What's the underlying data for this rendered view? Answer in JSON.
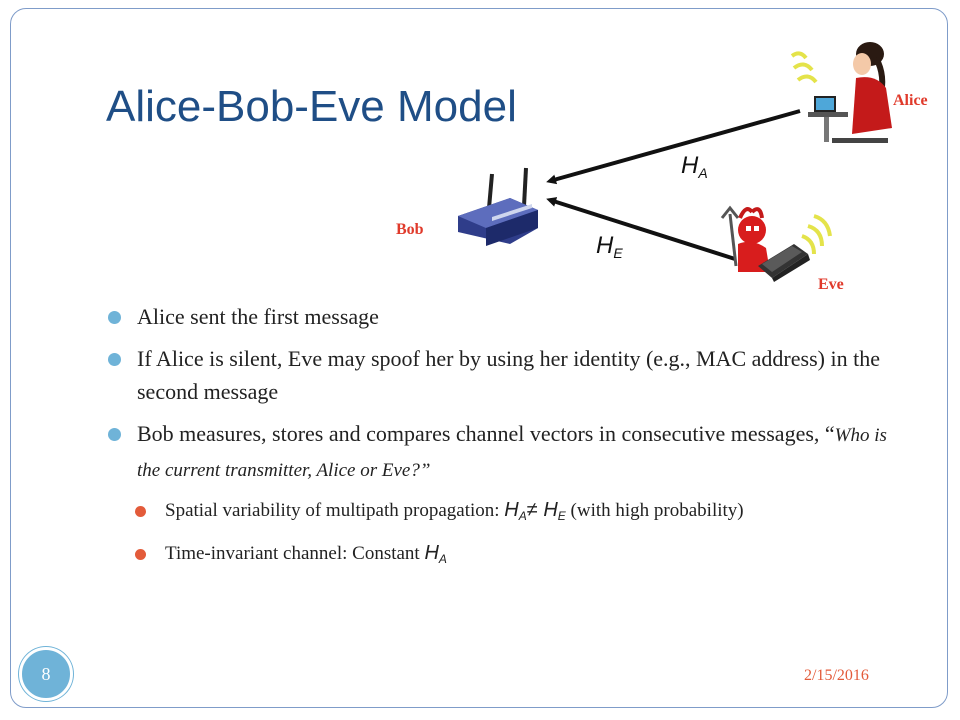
{
  "slide": {
    "title": "Alice-Bob-Eve Model",
    "labels": {
      "alice": "Alice",
      "bob": "Bob",
      "eve": "Eve"
    },
    "channels": {
      "ha": {
        "letter": "H",
        "sub": "A"
      },
      "he": {
        "letter": "H",
        "sub": "E"
      }
    },
    "bullets": [
      {
        "text": "Alice sent the first message"
      },
      {
        "text": "If Alice is silent, Eve may spoof her by using her identity (e.g., MAC address) in the second message"
      },
      {
        "text": "Bob measures, stores and compares channel vectors in consecutive messages, “",
        "italic": "Who is the current transmitter, Alice or Eve?”"
      }
    ],
    "sub_bullets": [
      {
        "text_before": "Spatial variability of multipath propagation: ",
        "m1": "H",
        "m1_sub": "A",
        "neq": "≠ ",
        "m2": "H",
        "m2_sub": "E",
        "text_after": " (with high probability)"
      },
      {
        "text_before": "Time-invariant channel: Constant ",
        "m1": "H",
        "m1_sub": "A"
      }
    ],
    "page_number": "8",
    "date": "2/15/2016"
  },
  "colors": {
    "title": "#1f4e86",
    "accent_blue": "#6fb3d8",
    "accent_red": "#e35b3a",
    "label_red": "#e03a2b"
  }
}
